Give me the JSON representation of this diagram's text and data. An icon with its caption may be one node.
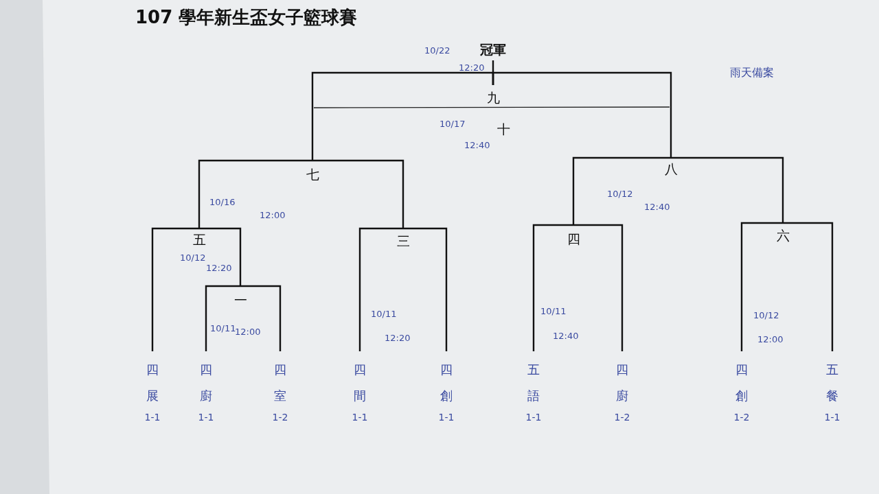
{
  "diagram": {
    "title": "107 學年新生盃女子籃球賽",
    "nodes": [
      {
        "text": [
          "冠軍"
        ],
        "beside": [
          "10/22",
          "12:20"
        ]
      },
      {
        "text": [
          "九"
        ]
      },
      {
        "text": [
          "十"
        ],
        "beside": [
          "10/17",
          "12:40"
        ]
      },
      {
        "text": [
          "七"
        ],
        "beside": [
          "10/16",
          "12:00"
        ]
      },
      {
        "text": [
          "八"
        ],
        "beside": [
          "10/12",
          "12:40"
        ]
      },
      {
        "text": [
          "五"
        ],
        "beside": [
          "10/12",
          "12:20"
        ]
      },
      {
        "text": [
          "三"
        ],
        "beside": [
          "10/11",
          "12:20"
        ]
      },
      {
        "text": [
          "四"
        ],
        "beside": [
          "10/11",
          "12:40"
        ]
      },
      {
        "text": [
          "六"
        ],
        "beside": [
          "10/12",
          "12:00"
        ]
      },
      {
        "text": [
          "一"
        ],
        "beside": [
          "10/11",
          "12:00"
        ]
      },
      {
        "text": [
          "四展",
          "1-1"
        ]
      },
      {
        "text": [
          "四廚",
          "1-1"
        ]
      },
      {
        "text": [
          "四室",
          "1-2"
        ]
      },
      {
        "text": [
          "四間",
          "1-1"
        ]
      },
      {
        "text": [
          "四創",
          "1-1"
        ]
      },
      {
        "text": [
          "五語",
          "1-1"
        ]
      },
      {
        "text": [
          "四廚",
          "1-2"
        ]
      },
      {
        "text": [
          "四創",
          "1-2"
        ]
      },
      {
        "text": [
          "五餐",
          "1-1"
        ]
      }
    ],
    "edges": [
      {
        "from": 10,
        "to": 5,
        "arrow": "none"
      },
      {
        "from": 11,
        "to": 9,
        "arrow": "none"
      },
      {
        "from": 12,
        "to": 9,
        "arrow": "none"
      },
      {
        "from": 9,
        "to": 5,
        "arrow": "none"
      },
      {
        "from": 13,
        "to": 6,
        "arrow": "none"
      },
      {
        "from": 14,
        "to": 6,
        "arrow": "none"
      },
      {
        "from": 5,
        "to": 3,
        "arrow": "none"
      },
      {
        "from": 6,
        "to": 3,
        "arrow": "none"
      },
      {
        "from": 15,
        "to": 7,
        "arrow": "none"
      },
      {
        "from": 16,
        "to": 7,
        "arrow": "none"
      },
      {
        "from": 17,
        "to": 8,
        "arrow": "none"
      },
      {
        "from": 18,
        "to": 8,
        "arrow": "none"
      },
      {
        "from": 7,
        "to": 4,
        "arrow": "none"
      },
      {
        "from": 8,
        "to": 4,
        "arrow": "none"
      },
      {
        "from": 3,
        "to": 1,
        "arrow": "none"
      },
      {
        "from": 4,
        "to": 1,
        "arrow": "none"
      },
      {
        "from": 1,
        "to": 0,
        "arrow": "none"
      }
    ],
    "labels": [
      "雨天備案"
    ]
  }
}
